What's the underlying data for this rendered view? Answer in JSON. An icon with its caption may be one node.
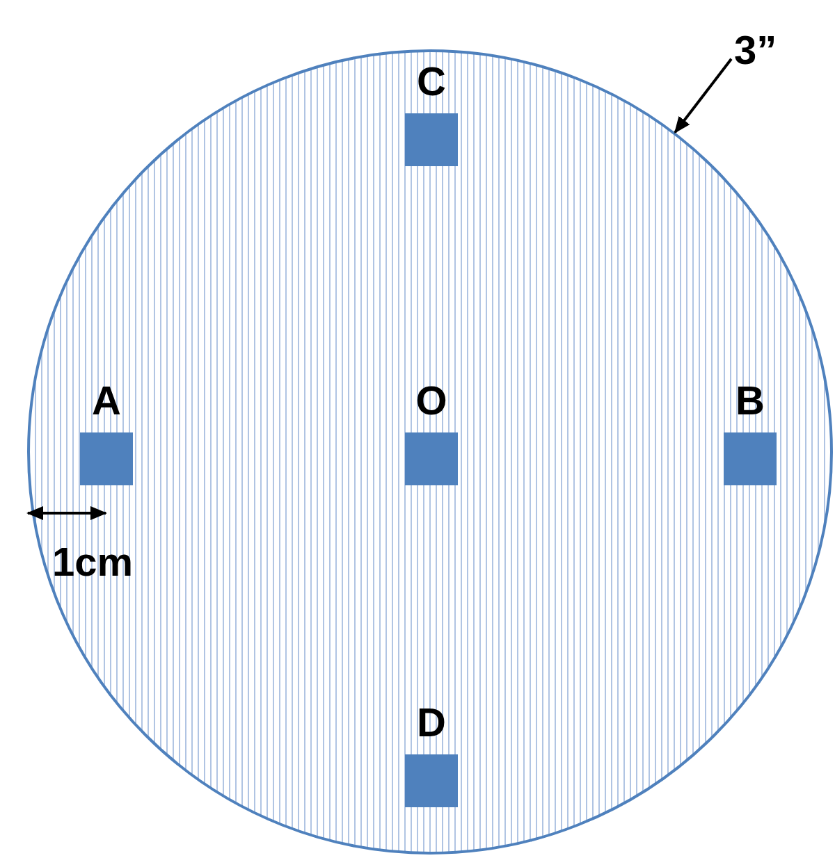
{
  "diagram": {
    "nodes": [
      {
        "text": [],
        "shape": "circle"
      },
      {
        "text": [
          "C"
        ],
        "in": 0
      },
      {
        "text": [
          "A"
        ],
        "in": 0
      },
      {
        "text": [
          "O"
        ],
        "in": 0
      },
      {
        "text": [
          "B"
        ],
        "in": 0
      },
      {
        "text": [
          "D"
        ],
        "in": 0
      },
      {
        "text": [
          "3”"
        ]
      }
    ],
    "edges": [
      {
        "from": 6,
        "to": 0,
        "arrow": "to"
      }
    ],
    "labels": [
      "1cm"
    ]
  }
}
